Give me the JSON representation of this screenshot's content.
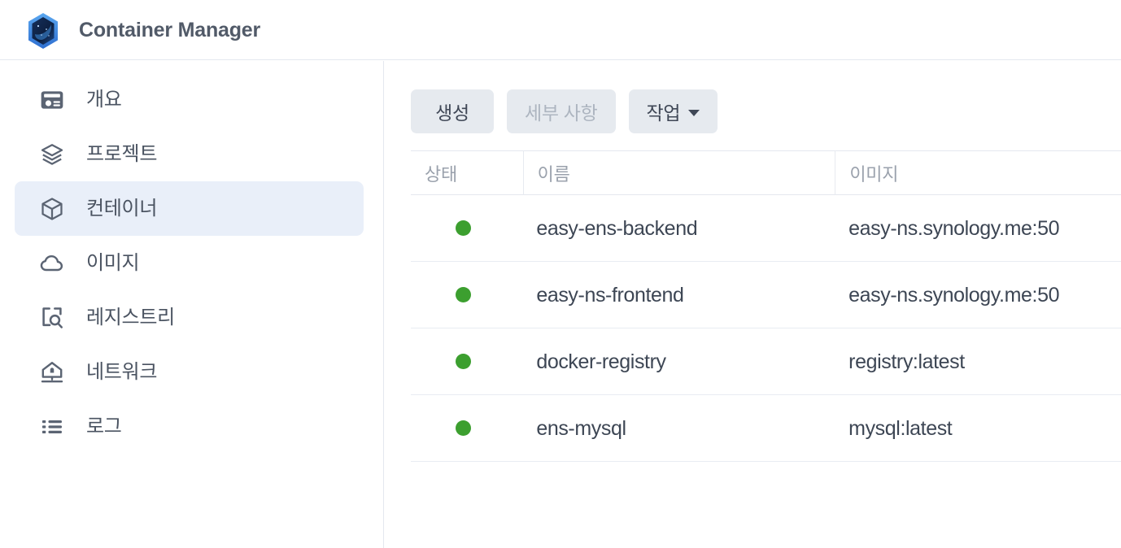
{
  "header": {
    "title": "Container Manager",
    "icon": "container-manager-hexagon-icon",
    "accent_color": "#3d7edb",
    "title_color": "#515a68"
  },
  "sidebar": {
    "items": [
      {
        "label": "개요",
        "icon": "id-card-icon",
        "selected": false
      },
      {
        "label": "프로젝트",
        "icon": "layers-icon",
        "selected": false
      },
      {
        "label": "컨테이너",
        "icon": "cube-icon",
        "selected": true
      },
      {
        "label": "이미지",
        "icon": "cloud-icon",
        "selected": false
      },
      {
        "label": "레지스트리",
        "icon": "search-frame-icon",
        "selected": false
      },
      {
        "label": "네트워크",
        "icon": "network-house-icon",
        "selected": false
      },
      {
        "label": "로그",
        "icon": "list-icon",
        "selected": false
      }
    ],
    "selected_background": "#e9eff9"
  },
  "toolbar": {
    "buttons": [
      {
        "label": "생성",
        "disabled": false,
        "caret": false
      },
      {
        "label": "세부 사항",
        "disabled": true,
        "caret": false
      },
      {
        "label": "작업",
        "disabled": false,
        "caret": true
      }
    ]
  },
  "table": {
    "columns": [
      {
        "key": "status",
        "label": "상태"
      },
      {
        "key": "name",
        "label": "이름"
      },
      {
        "key": "image",
        "label": "이미지"
      }
    ],
    "status_color": "#3c9f2f",
    "rows": [
      {
        "status": "running",
        "name": "easy-ens-backend",
        "image": "easy-ns.synology.me:50"
      },
      {
        "status": "running",
        "name": "easy-ns-frontend",
        "image": "easy-ns.synology.me:50"
      },
      {
        "status": "running",
        "name": "docker-registry",
        "image": "registry:latest"
      },
      {
        "status": "running",
        "name": "ens-mysql",
        "image": "mysql:latest"
      }
    ]
  }
}
